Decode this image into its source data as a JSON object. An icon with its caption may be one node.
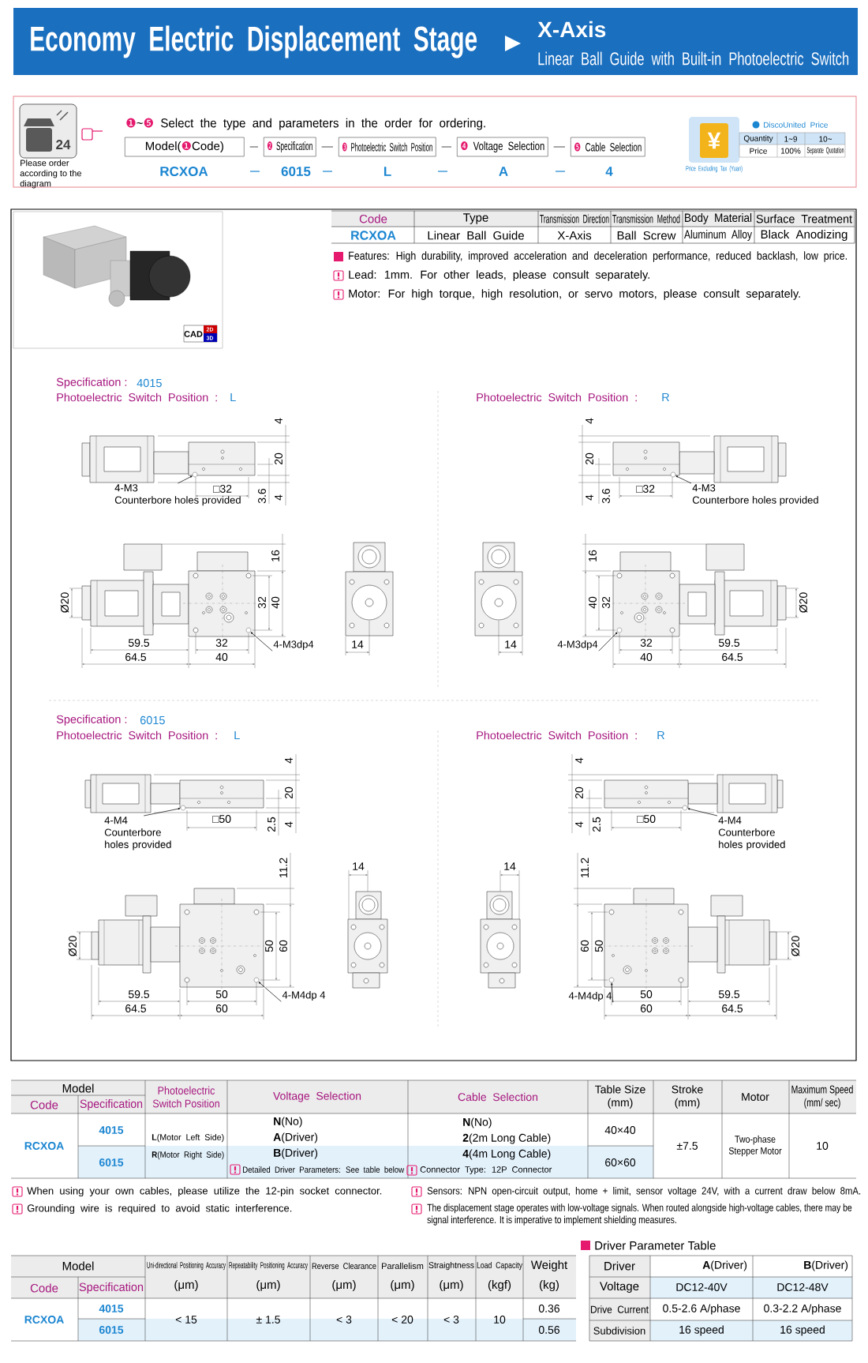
{
  "diagram": {
    "title": "Economy Electric Displacement Stage",
    "nodes": [
      {
        "text": [
          "Model(❶Code)"
        ]
      },
      {
        "text": [
          "❷ Specification"
        ]
      },
      {
        "text": [
          "❸ Photoelectric Switch Position"
        ]
      },
      {
        "text": [
          "❹ Voltage Selection"
        ]
      },
      {
        "text": [
          "❺ Cable Selection"
        ]
      },
      {
        "text": [
          "4-M3",
          "Counterbore holes provided"
        ]
      },
      {
        "text": [],
        "shape": "circle"
      },
      {
        "text": [
          "4-M3dp4"
        ]
      },
      {
        "text": [],
        "shape": "circle"
      },
      {
        "text": [
          "4-M3",
          "Counterbore holes provided"
        ]
      },
      {
        "text": [],
        "shape": "circle"
      },
      {
        "text": [
          "4-M3dp4"
        ]
      },
      {
        "text": [],
        "shape": "circle"
      },
      {
        "text": [
          "4-M4",
          "Counterbore holes provided"
        ]
      },
      {
        "text": [],
        "shape": "circle"
      },
      {
        "text": [
          "4-M4dp 4"
        ]
      },
      {
        "text": [],
        "shape": "circle"
      },
      {
        "text": [
          "4-M4",
          "Counterbore holes provided"
        ]
      },
      {
        "text": [],
        "shape": "circle"
      },
      {
        "text": [
          "4-M4dp 4"
        ]
      },
      {
        "text": [],
        "shape": "circle"
      }
    ],
    "edges": [
      {
        "from": 0,
        "to": 1,
        "arrow": "none"
      },
      {
        "from": 1,
        "to": 2,
        "arrow": "none"
      },
      {
        "from": 2,
        "to": 3,
        "arrow": "none"
      },
      {
        "from": 3,
        "to": 4,
        "arrow": "none"
      },
      {
        "from": 5,
        "to": 6,
        "arrow": "to"
      },
      {
        "from": 7,
        "to": 8,
        "arrow": "to"
      },
      {
        "from": 9,
        "to": 10,
        "arrow": "to"
      },
      {
        "from": 11,
        "to": 12,
        "arrow": "to"
      },
      {
        "from": 13,
        "to": 14,
        "arrow": "to"
      },
      {
        "from": 15,
        "to": 16,
        "arrow": "to"
      },
      {
        "from": 17,
        "to": 18,
        "arrow": "to"
      },
      {
        "from": 19,
        "to": 20,
        "arrow": "to"
      }
    ],
    "labels": [
      "X-Axis",
      "Linear Ball Guide with Built-in Photoelectric Switch",
      "24",
      "Please order according to the diagram",
      "❶~❺ Select the type and parameters in the order for ordering.",
      "RCXOA",
      "6015",
      "L",
      "A",
      "4",
      "¥",
      "Price Excluding Tax (Yuan)",
      "DiscoUnited Price",
      "Quantity",
      "1~9",
      "10~",
      "Price",
      "100%",
      "Separate Quotation",
      "Code",
      "Type",
      "Transmission Direction",
      "Transmission Method",
      "Body Material",
      "Surface Treatment",
      "RCXOA",
      "Linear Ball Guide",
      "X-Axis",
      "Ball Screw",
      "Aluminum Alloy",
      "Black Anodizing",
      "Features: High durability, improved acceleration and deceleration performance, reduced backlash, low price.",
      "Lead: 1mm. For other leads, please consult separately.",
      "Motor: For high torque, high resolution, or servo motors, please consult separately.",
      "CAD",
      "2D",
      "3D",
      "Specification :",
      "4015",
      "Photoelectric Switch Position :",
      "L",
      "4",
      "20",
      "□32",
      "3.6",
      "4",
      "16",
      "Ø20",
      "32",
      "40",
      "59.5",
      "32",
      "64.5",
      "40",
      "14",
      "Photoelectric Switch Position :",
      "R",
      "4",
      "20",
      "4",
      "3.6",
      "□32",
      "16",
      "40",
      "32",
      "Ø20",
      "14",
      "32",
      "59.5",
      "40",
      "64.5",
      "Specification :",
      "6015",
      "Photoelectric Switch Position :",
      "L",
      "4",
      "20",
      "□50",
      "2.5",
      "4",
      "11.2",
      "14",
      "Ø20",
      "50",
      "60",
      "59.5",
      "50",
      "64.5",
      "60",
      "Photoelectric Switch Position :",
      "R",
      "4",
      "20",
      "4",
      "2.5",
      "□50",
      "14",
      "11.2",
      "60",
      "50",
      "Ø20",
      "50",
      "59.5",
      "60",
      "64.5",
      "Model",
      "Photoelectric Switch Position",
      "Voltage Selection",
      "Cable Selection",
      "Table Size (mm)",
      "Stroke (mm)",
      "Motor",
      "Maximum Speed (mm/ sec)",
      "Code",
      "Specification",
      "RCXOA",
      "4015",
      "**L**(Motor Left Side)",
      "**N**(No)",
      "**A**(Driver)",
      "**N**(No)",
      "**2**(2m Long Cable)",
      "40×40",
      "±7.5",
      "Two-phase Stepper Motor",
      "10",
      "6015",
      "**R**(Motor Right Side)",
      "**B**(Driver)",
      "Detailed Driver Parameters: See table below",
      "**4**(4m Long Cable)",
      "Connector Type: 12P Connector",
      "60×60",
      "When using your own cables, please utilize the 12-pin socket connector.",
      "Sensors: NPN open-circuit output, home + limit, sensor voltage 24V, with a current draw below 8mA.",
      "Grounding wire is required to avoid static interference.",
      "The displacement stage operates with low-voltage signals. When routed alongside high-voltage cables, there may be signal interference. It is imperative to implement shielding measures.",
      "Driver Parameter Table",
      "Model",
      "Uni-directional Positioning Accuracy",
      "Repeatability Positioning Accuracy",
      "Reverse Clearance",
      "Parallelism",
      "Straightness",
      "Load Capacity",
      "Weight",
      "Driver",
      "**A**(Driver)",
      "**B**(Driver)",
      "Code",
      "Specification",
      "(μm)",
      "(μm)",
      "(μm)",
      "(μm)",
      "(μm)",
      "(kgf)",
      "(kg)",
      "Voltage",
      "DC12-40V",
      "DC12-48V",
      "RCXOA",
      "4015",
      "< 15",
      "± 1.5",
      "< 3",
      "< 20",
      "< 3",
      "10",
      "0.36",
      "Drive Current",
      "0.5-2.6 A/phase",
      "0.3-2.2 A/phase",
      "6015",
      "0.56",
      "Subdivision",
      "16 speed",
      "16 speed"
    ]
  }
}
